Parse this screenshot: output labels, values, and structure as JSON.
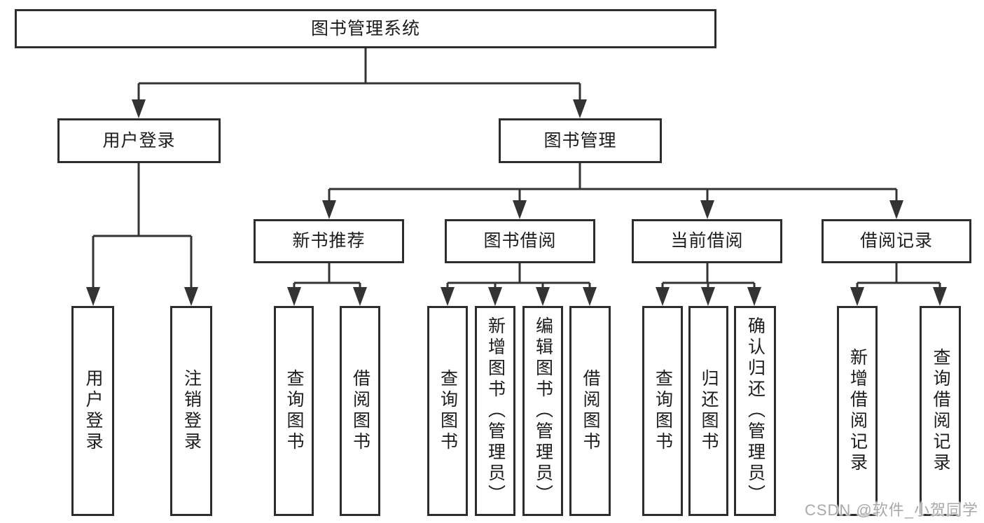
{
  "colors": {
    "background": "#ffffff",
    "line": "#333333",
    "box_border": "#2d2d2d",
    "box_fill": "#ffffff",
    "text": "#1c1c1c",
    "watermark": "#a9a9a9"
  },
  "watermark": {
    "text": "CSDN @软件_小贺同学"
  },
  "diagram": {
    "type": "tree",
    "root": {
      "label": "图书管理系统"
    },
    "branches": [
      {
        "label": "用户登录",
        "children": [
          {
            "label": "用户登录"
          },
          {
            "label": "注销登录"
          }
        ]
      },
      {
        "label": "图书管理",
        "children": [
          {
            "label": "新书推荐",
            "children": [
              {
                "label": "查询图书"
              },
              {
                "label": "借阅图书"
              }
            ]
          },
          {
            "label": "图书借阅",
            "children": [
              {
                "label": "查询图书"
              },
              {
                "label": "新增图书（管理员）"
              },
              {
                "label": "编辑图书（管理员）"
              },
              {
                "label": "借阅图书"
              }
            ]
          },
          {
            "label": "当前借阅",
            "children": [
              {
                "label": "查询图书"
              },
              {
                "label": "归还图书"
              },
              {
                "label": "确认归还（管理员）"
              }
            ]
          },
          {
            "label": "借阅记录",
            "children": [
              {
                "label": "新增借阅记录"
              },
              {
                "label": "查询借阅记录"
              }
            ]
          }
        ]
      }
    ]
  }
}
